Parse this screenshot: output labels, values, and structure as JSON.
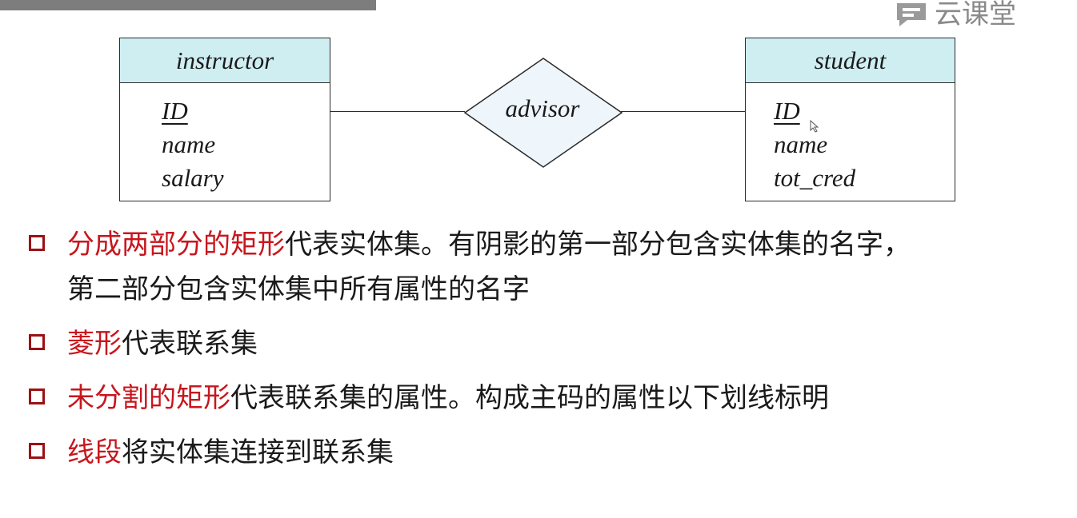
{
  "watermark": {
    "text": "云课堂",
    "icon": "chat-bubble-icon"
  },
  "diagram": {
    "entities": [
      {
        "name": "instructor",
        "attributes": [
          {
            "text": "ID",
            "primary_key": true
          },
          {
            "text": "name",
            "primary_key": false
          },
          {
            "text": "salary",
            "primary_key": false
          }
        ]
      },
      {
        "name": "student",
        "attributes": [
          {
            "text": "ID",
            "primary_key": true
          },
          {
            "text": "name",
            "primary_key": false
          },
          {
            "text": "tot_cred",
            "primary_key": false
          }
        ]
      }
    ],
    "relationship": {
      "name": "advisor"
    },
    "colors": {
      "entity_header": "#cfeef2",
      "relationship_fill": "#eef5fb",
      "line": "#2b2b2b"
    }
  },
  "bullets": [
    {
      "highlight": "分成两部分的矩形",
      "rest": "代表实体集。有阴影的第一部分包含实体集的名字，",
      "line2": "第二部分包含实体集中所有属性的名字"
    },
    {
      "highlight": "菱形",
      "rest": "代表联系集"
    },
    {
      "highlight": "未分割的矩形",
      "rest": "代表联系集的属性。构成主码的属性以下划线标明"
    },
    {
      "highlight": "线段",
      "rest": "将实体集连接到联系集"
    }
  ],
  "colors": {
    "bullet_box": "#9b1115",
    "highlight_text": "#c8161d",
    "body_text": "#1a1a1a"
  }
}
